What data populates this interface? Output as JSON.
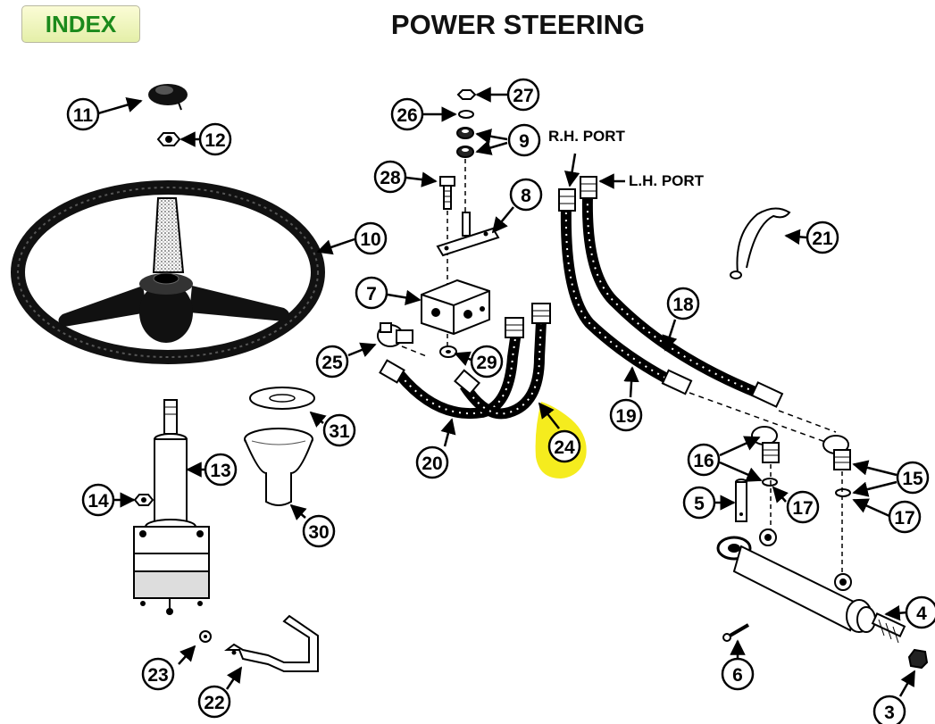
{
  "header": {
    "index_label": "INDEX",
    "title": "POWER STEERING"
  },
  "ports": {
    "rh": "R.H. PORT",
    "lh": "L.H. PORT"
  },
  "callouts": {
    "c3": "3",
    "c4": "4",
    "c5": "5",
    "c6": "6",
    "c7": "7",
    "c8": "8",
    "c9": "9",
    "c10": "10",
    "c11": "11",
    "c12": "12",
    "c13": "13",
    "c14": "14",
    "c15": "15",
    "c16": "16",
    "c17a": "17",
    "c17b": "17",
    "c18": "18",
    "c19": "19",
    "c20": "20",
    "c21": "21",
    "c22": "22",
    "c23": "23",
    "c24": "24",
    "c25": "25",
    "c26": "26",
    "c27": "27",
    "c28": "28",
    "c29": "29",
    "c30": "30",
    "c31": "31"
  },
  "highlight": {
    "part": "24",
    "color": "#f5ec1e"
  }
}
